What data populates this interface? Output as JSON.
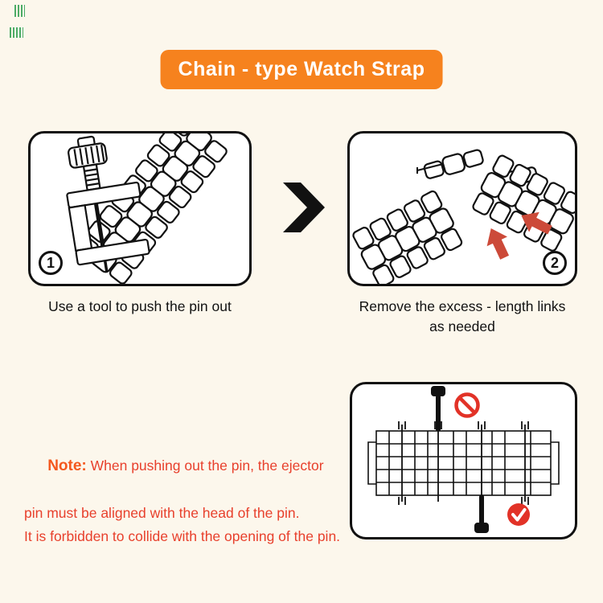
{
  "title": "Chain - type Watch Strap",
  "steps": {
    "one": {
      "number": "1",
      "caption": "Use a tool to push the pin out"
    },
    "two": {
      "number": "2",
      "caption_line1": "Remove the excess - length links",
      "caption_line2": "as needed"
    }
  },
  "note": {
    "label": "Note:",
    "line1": " When pushing out the pin, the ejector",
    "line2": "pin must be aligned with the head of the pin.",
    "line3": "It is forbidden to collide with the opening of the pin."
  },
  "icons": {
    "chevron_right": "❯",
    "prohibition": "🚫",
    "check": "✓",
    "red_arrow": "➤"
  },
  "colors": {
    "background": "#FCF7EC",
    "banner_orange": "#F6821E",
    "note_red": "#E8402C",
    "note_label_orange": "#F4581E",
    "arrow_red": "#CC4A39",
    "symbol_red": "#E23227",
    "watermark_green": "#2E9E4F",
    "ink": "#111111"
  }
}
